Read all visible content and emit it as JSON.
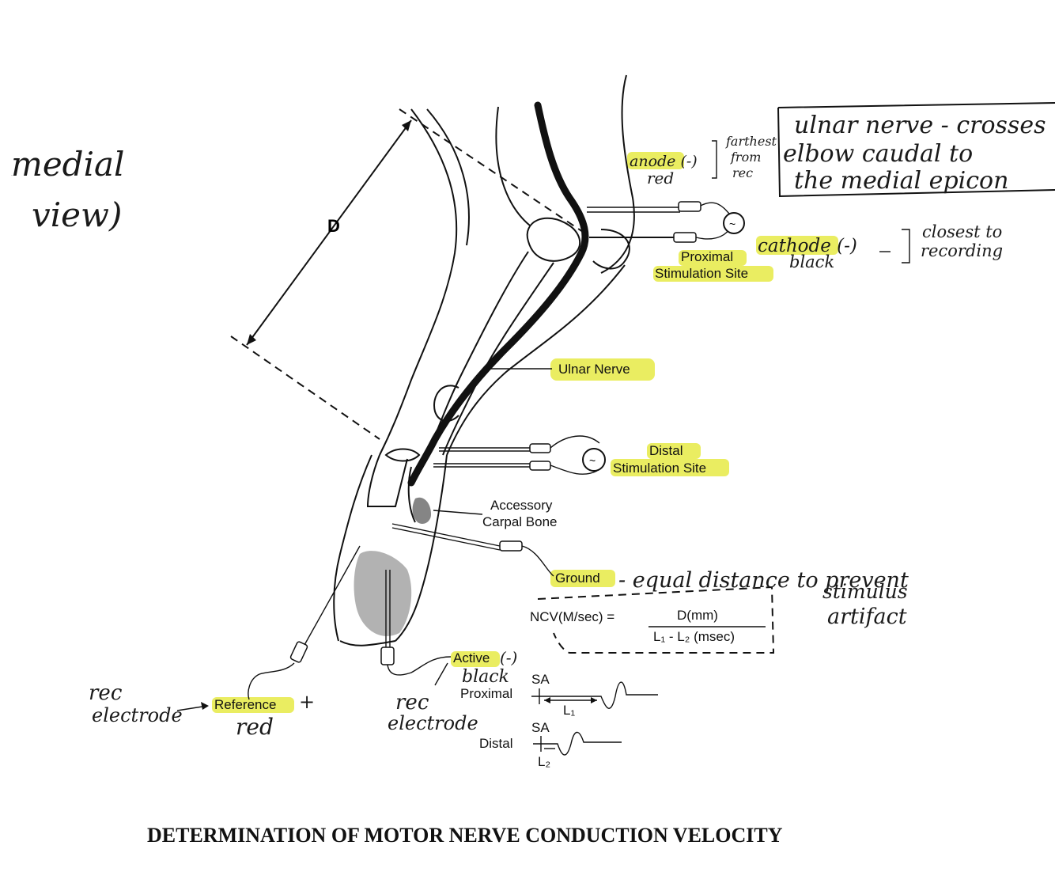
{
  "handwritten": {
    "view": "medial view)",
    "anode": "anode (-)",
    "anode_color": "red",
    "farthest_1": "farthest",
    "farthest_2": "from",
    "farthest_3": "rec",
    "box_1": "ulnar nerve - crosses",
    "box_2": "elbow caudal to",
    "box_3": "the medial epicon",
    "cathode": "cathode (-)",
    "cathode_color": "black",
    "closest_1": "closest to",
    "closest_2": "recording",
    "equal_1": "- equal distance to prevent",
    "equal_2": "stimulus",
    "equal_3": "artifact",
    "active_sign": "(-)",
    "active_color": "black",
    "rec_electrode_left_1": "rec",
    "rec_electrode_left_2": "electrode",
    "reference_sign": "+",
    "reference_color": "red",
    "rec_electrode_mid_1": "rec",
    "rec_electrode_mid_2": "electrode"
  },
  "labels": {
    "d": "D",
    "proximal_site_1": "Proximal",
    "proximal_site_2": "Stimulation Site",
    "ulnar_nerve": "Ulnar Nerve",
    "distal_site_1": "Distal",
    "distal_site_2": "Stimulation Site",
    "accessory_1": "Accessory",
    "accessory_2": "Carpal Bone",
    "ground": "Ground",
    "ncv_lhs": "NCV(M/sec) =",
    "ncv_num": "D(mm)",
    "ncv_den": "L₁ - L₂ (msec)",
    "active": "Active",
    "reference": "Reference",
    "sa_proximal": "SA",
    "proximal_trace": "Proximal",
    "l1": "L₁",
    "sa_distal": "SA",
    "distal_trace": "Distal",
    "l2": "L₂",
    "stim_symbol": "~"
  },
  "title": "DETERMINATION OF MOTOR NERVE CONDUCTION VELOCITY",
  "colors": {
    "highlight": "#e6ea45",
    "ink": "#111111"
  }
}
